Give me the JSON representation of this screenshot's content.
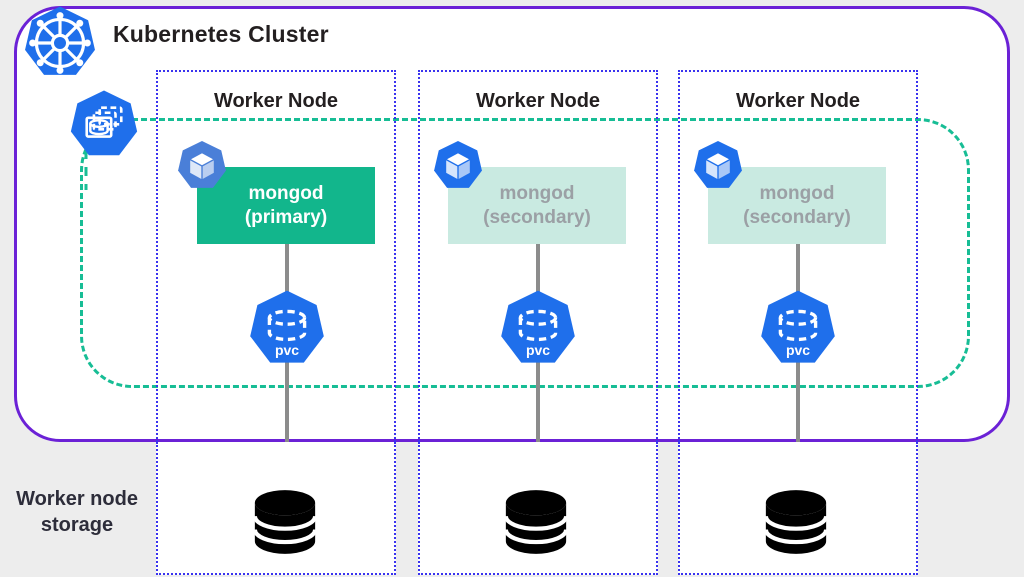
{
  "diagram": {
    "title": "Kubernetes Cluster",
    "storage_zone_label": "Worker node storage"
  },
  "colors": {
    "cluster_border": "#6B21D6",
    "node_border": "#3A33EF",
    "statefulset_boundary": "#17BD95",
    "primary_fill": "#12B68C",
    "secondary_fill": "#C9EAE1",
    "secondary_text": "#9BA0A5",
    "k8s_blue": "#1F6FEB",
    "pod_blue_muted": "#4A7FD8",
    "disk_black": "#000000",
    "background": "#EDEDED"
  },
  "icons": {
    "cluster": "kubernetes-wheel-icon",
    "statefulset": "statefulset-icon",
    "pod": "pod-icon",
    "pvc": "pvc-icon",
    "disk": "disk-icon"
  },
  "worker_nodes": [
    {
      "label": "Worker Node",
      "pod": {
        "icon": "pod-icon",
        "tone": "muted"
      },
      "workload": {
        "name": "mongod",
        "role": "(primary)",
        "state": "primary"
      },
      "pvc": {
        "label": "pvc"
      },
      "storage": {
        "icon": "disk-icon"
      }
    },
    {
      "label": "Worker Node",
      "pod": {
        "icon": "pod-icon",
        "tone": "vivid"
      },
      "workload": {
        "name": "mongod",
        "role": "(secondary)",
        "state": "secondary"
      },
      "pvc": {
        "label": "pvc"
      },
      "storage": {
        "icon": "disk-icon"
      }
    },
    {
      "label": "Worker Node",
      "pod": {
        "icon": "pod-icon",
        "tone": "vivid"
      },
      "workload": {
        "name": "mongod",
        "role": "(secondary)",
        "state": "secondary"
      },
      "pvc": {
        "label": "pvc"
      },
      "storage": {
        "icon": "disk-icon"
      }
    }
  ]
}
